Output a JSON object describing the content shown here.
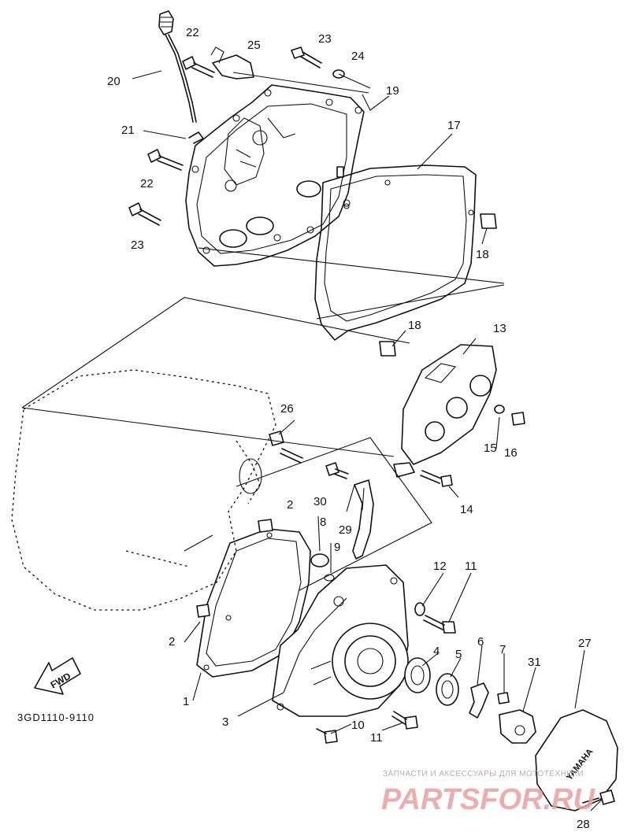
{
  "diagram": {
    "code": "3GD1110-9110",
    "fwd_label": "FWD",
    "brand_mark": "YAMAHA",
    "callouts": [
      "1",
      "2",
      "2",
      "3",
      "4",
      "5",
      "6",
      "7",
      "8",
      "9",
      "10",
      "11",
      "11",
      "12",
      "13",
      "14",
      "15",
      "16",
      "17",
      "18",
      "18",
      "19",
      "20",
      "21",
      "22",
      "22",
      "23",
      "23",
      "24",
      "25",
      "26",
      "27",
      "28",
      "29",
      "30",
      "31"
    ]
  },
  "watermark": {
    "tagline": "ЗАПЧАСТИ И АКСЕССУАРЫ ДЛЯ МОТОТЕХНИКИ",
    "brand": "PARTSFOR.RU",
    "brand_color": "#e07070"
  }
}
